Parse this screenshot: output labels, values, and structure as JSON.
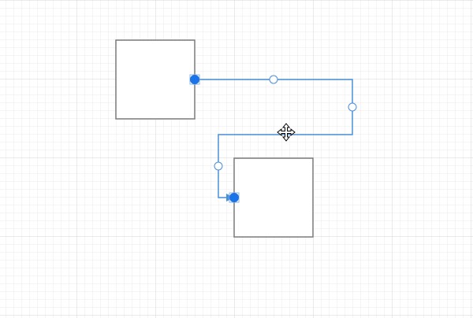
{
  "canvas": {
    "background": "#ffffff",
    "grid_minor_color": "#ebebeb",
    "grid_major_color": "#d6d6d6"
  },
  "shapes": [
    {
      "id": "shape-1",
      "type": "rectangle",
      "fill": "#ffffff",
      "stroke": "#7a7a7a"
    },
    {
      "id": "shape-2",
      "type": "rectangle",
      "fill": "#ffffff",
      "stroke": "#7a7a7a"
    }
  ],
  "connector": {
    "style": "orthogonal",
    "selected": true,
    "stroke": "#4a90d9",
    "endpoint_color": "#1a73e8",
    "waypoint_handle_fill": "#ffffff",
    "waypoint_handle_stroke": "#4a90d9",
    "from": "shape-1",
    "to": "shape-2"
  },
  "icons": {
    "move_cursor": "move-cursor-icon",
    "endpoint": "connection-point-icon",
    "waypoint": "waypoint-handle-icon"
  }
}
